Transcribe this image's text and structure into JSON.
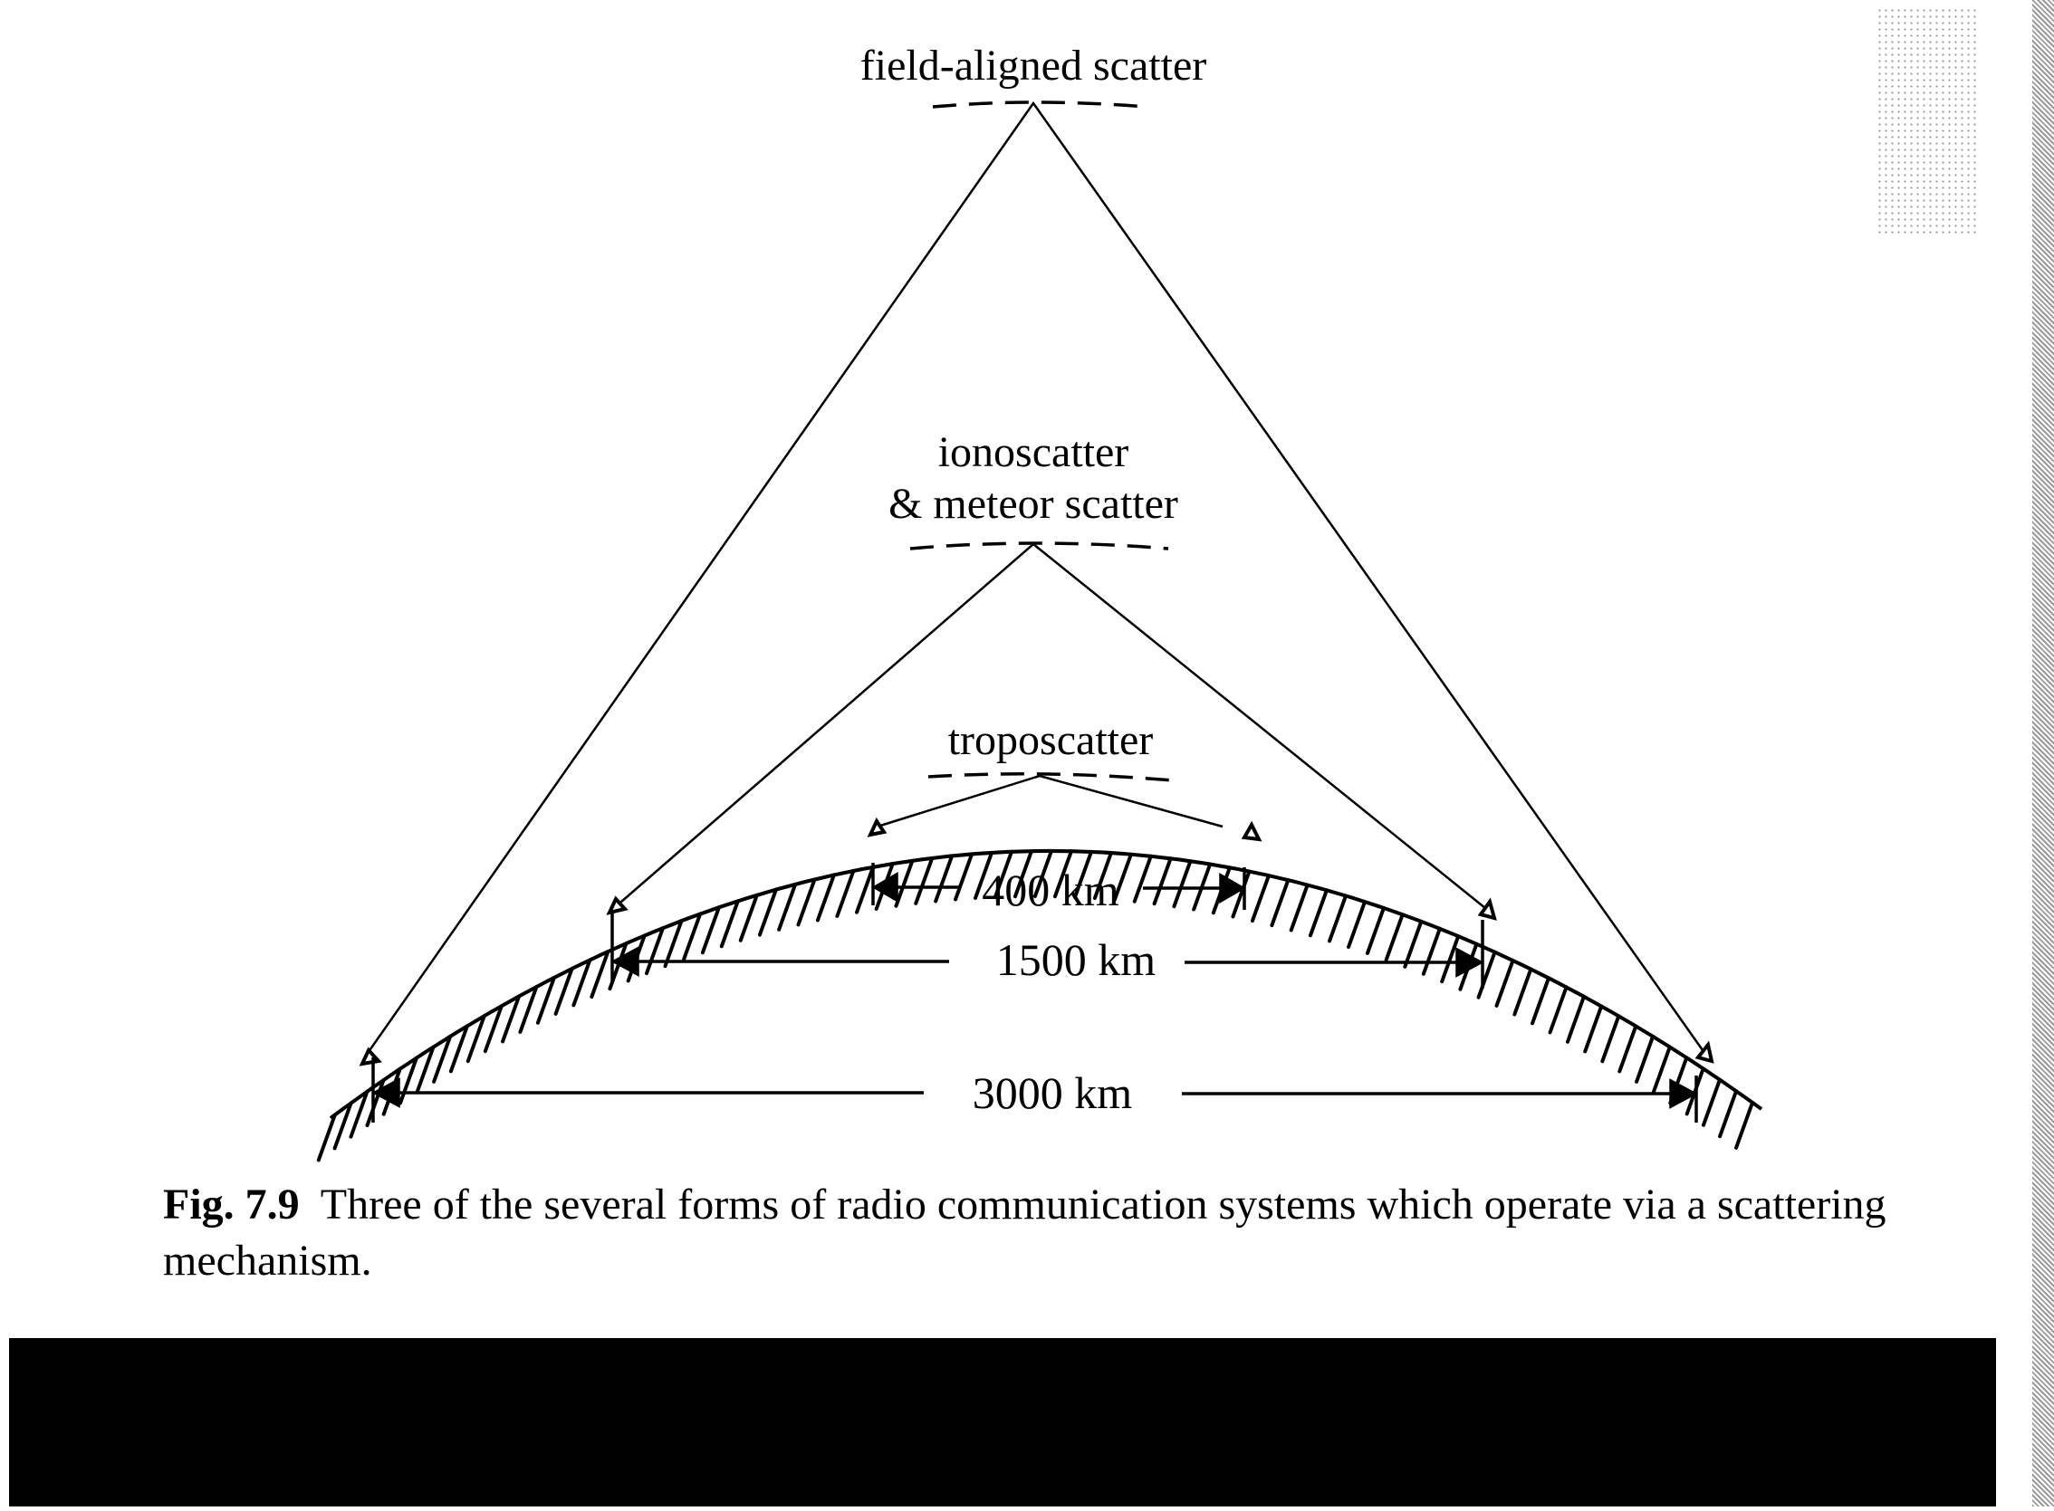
{
  "figure": {
    "labels": {
      "field_aligned": "field-aligned scatter",
      "ionoscatter_line1": "ionoscatter",
      "ionoscatter_line2": "& meteor scatter",
      "troposcatter": "troposcatter"
    },
    "distances": {
      "tropo": "400 km",
      "iono": "1500 km",
      "field": "3000 km"
    },
    "scatter_systems": [
      {
        "name": "troposcatter",
        "range_km": 400
      },
      {
        "name": "ionoscatter & meteor scatter",
        "range_km": 1500
      },
      {
        "name": "field-aligned scatter",
        "range_km": 3000
      }
    ]
  },
  "caption": {
    "fig_number": "Fig. 7.9",
    "text": "Three of the several forms of radio communication systems which operate via a scattering mechanism."
  },
  "colors": {
    "ink": "#000000",
    "paper": "#ffffff"
  }
}
